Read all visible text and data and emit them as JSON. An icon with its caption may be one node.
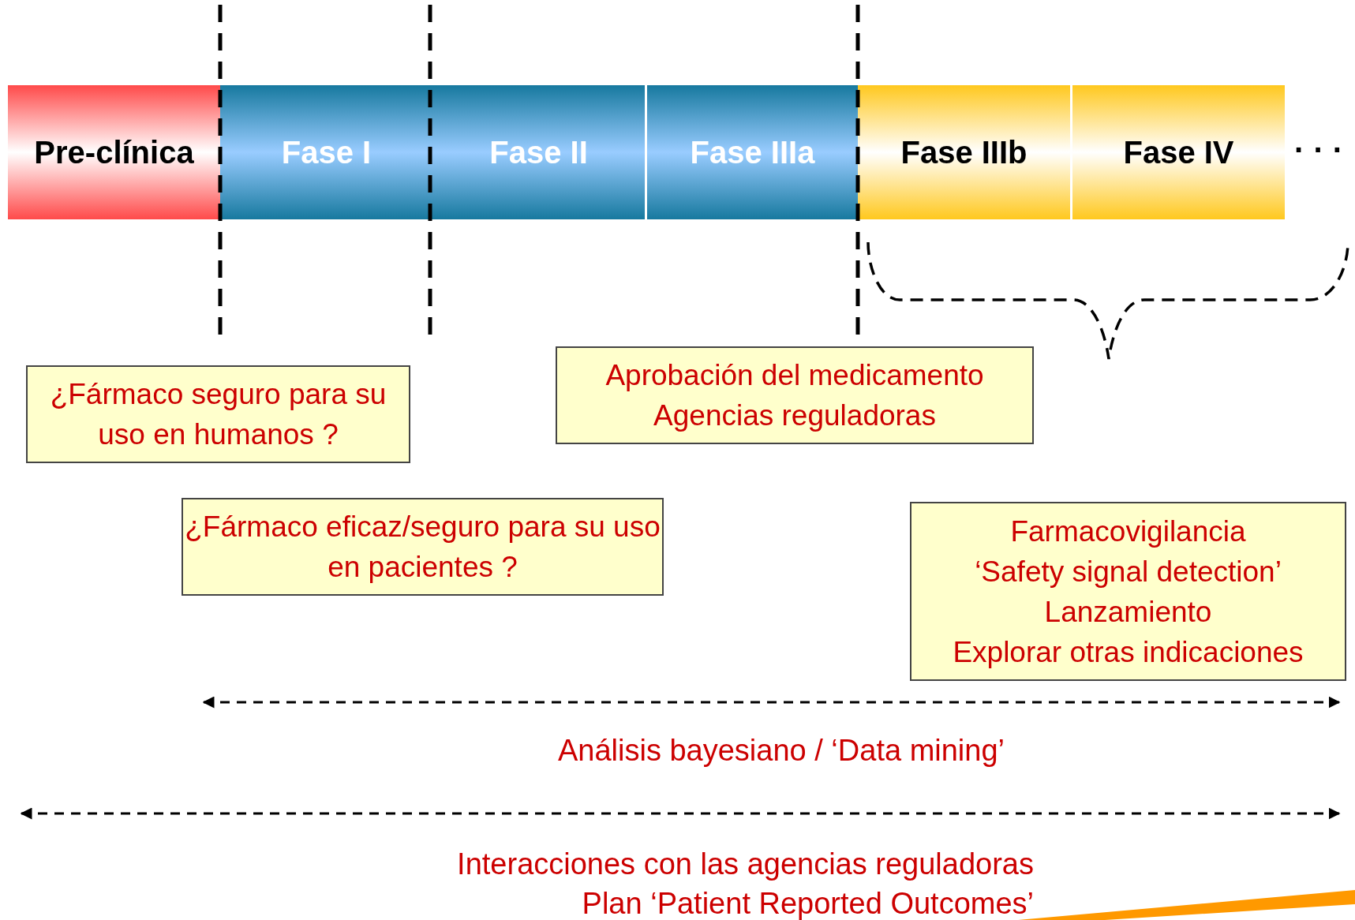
{
  "diagram": {
    "nodes": [
      {
        "text": [
          "Pre-clínica"
        ]
      },
      {
        "text": [
          "Fase I"
        ]
      },
      {
        "text": [
          "Fase II"
        ]
      },
      {
        "text": [
          "Fase IIIa"
        ]
      },
      {
        "text": [
          "Fase IIIb"
        ]
      },
      {
        "text": [
          "Fase IV"
        ]
      },
      {
        "text": [
          "¿Fármaco seguro para su uso en humanos ?"
        ]
      },
      {
        "text": [
          "Aprobación del medicamento",
          "Agencias reguladoras"
        ]
      },
      {
        "text": [
          "¿Fármaco eficaz/seguro para su uso en pacientes ?"
        ]
      },
      {
        "text": [
          "Farmacovigilancia",
          "‘Safety signal detection’",
          "Lanzamiento",
          "Explorar otras indicaciones"
        ]
      }
    ],
    "labels": [
      "· · ·",
      "Análisis bayesiano / ‘Data mining’",
      "Interacciones con las agencias reguladoras",
      "Plan ‘Patient Reported Outcomes’"
    ]
  }
}
